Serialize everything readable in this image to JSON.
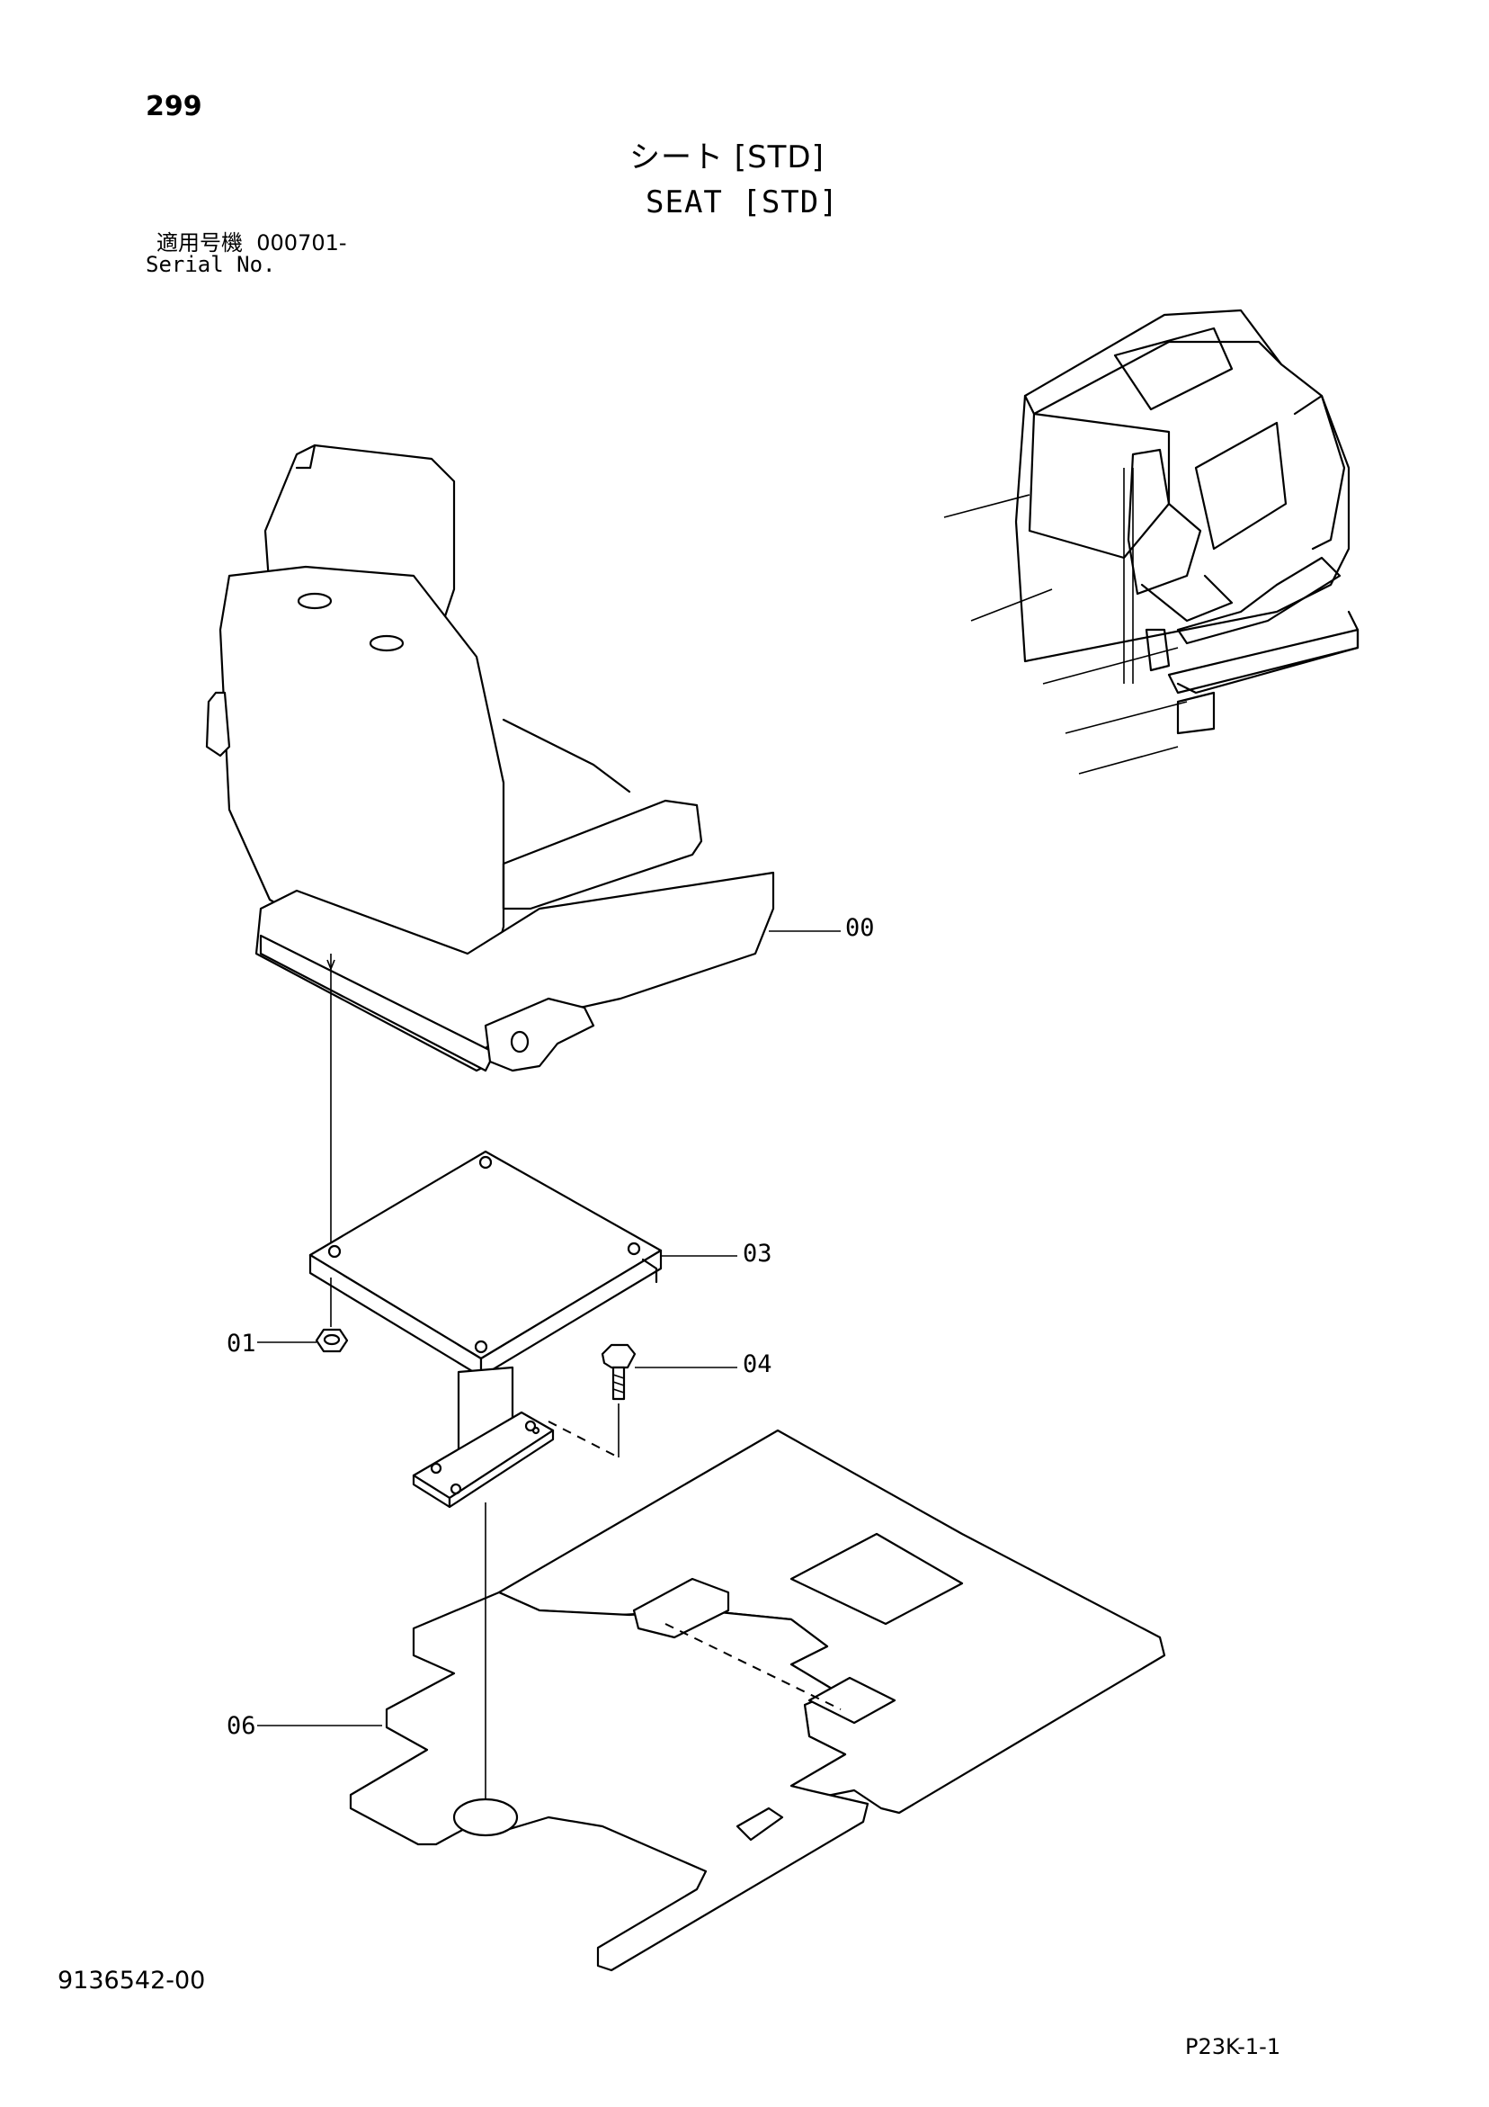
{
  "header": {
    "page_number": "299",
    "title_jp": "シート [STD]",
    "title_en": "SEAT [STD]",
    "serial_label_jp": "適用号機",
    "serial_value": "000701-",
    "serial_label_en": "Serial No."
  },
  "callouts": {
    "seat": "00",
    "seat_plate": "03",
    "nut": "01",
    "bolt": "04",
    "floor_mat": "06"
  },
  "footer": {
    "drawing_number": "9136542-00",
    "figure_ref": "P23K-1-1"
  }
}
